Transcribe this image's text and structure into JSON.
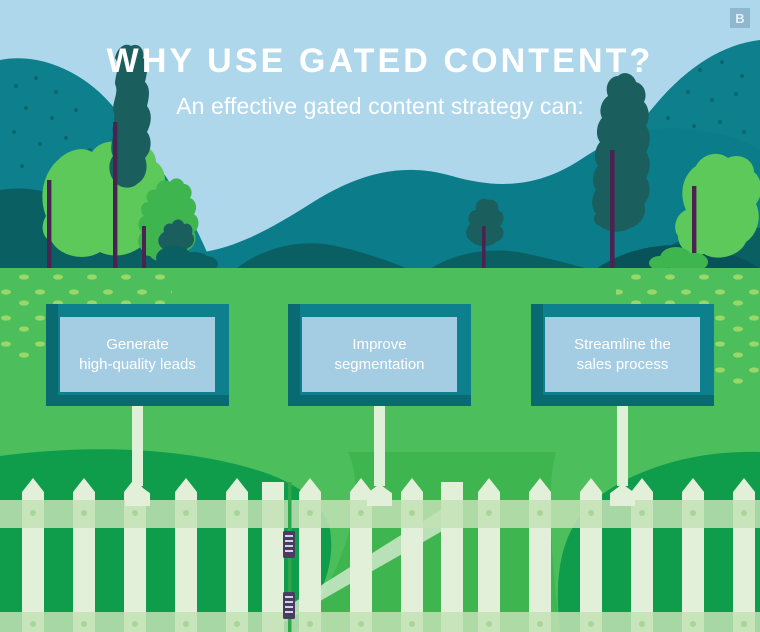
{
  "header": {
    "title": "WHY USE GATED CONTENT?",
    "subtitle": "An effective gated content strategy can:"
  },
  "brand": {
    "badge_letter": "B",
    "badge_name": "brand-logo-b"
  },
  "signs": [
    {
      "id": "sign-generate-leads",
      "line1": "Generate",
      "line2": "high-quality leads",
      "text": "Generate\nhigh-quality leads"
    },
    {
      "id": "sign-improve-segmentation",
      "line1": "Improve",
      "line2": "segmentation",
      "text": "Improve\nsegmentation"
    },
    {
      "id": "sign-streamline-sales",
      "line1": "Streamline the",
      "line2": "sales process",
      "text": "Streamline the\nsales process"
    }
  ],
  "scene": {
    "sky_label": "sky",
    "hills_label": "rolling hills",
    "trees_label": "trees",
    "grass_label": "grass field",
    "fence_label": "white picket fence",
    "gate_label": "garden gate"
  },
  "colors": {
    "sky": "#aed7ec",
    "hill_back": "#0f7f8c",
    "hill_mid": "#0b7d8a",
    "hill_dark": "#0a5f62",
    "hill_deepest": "#08535a",
    "grass_light": "#4cbf5c",
    "grass_mid": "#3fb54f",
    "grass_dark": "#0f9d4c",
    "grass_speckle": "#9ed86a",
    "tree_bright": "#5cc95a",
    "tree_dark": "#1b5e5e",
    "trunk": "#4a2350",
    "sign_frame": "#0e7f8c",
    "sign_frame_dark": "#0a6a71",
    "sign_face": "#a4cde3",
    "post": "#dff0d8",
    "fence_picket": "#e2f0d9",
    "fence_rail": "#c2e2b4",
    "fence_nail": "#a9d49a",
    "hinge": "#4a3b63",
    "badge_bg": "#8fb8cf",
    "text_white": "#ffffff"
  }
}
